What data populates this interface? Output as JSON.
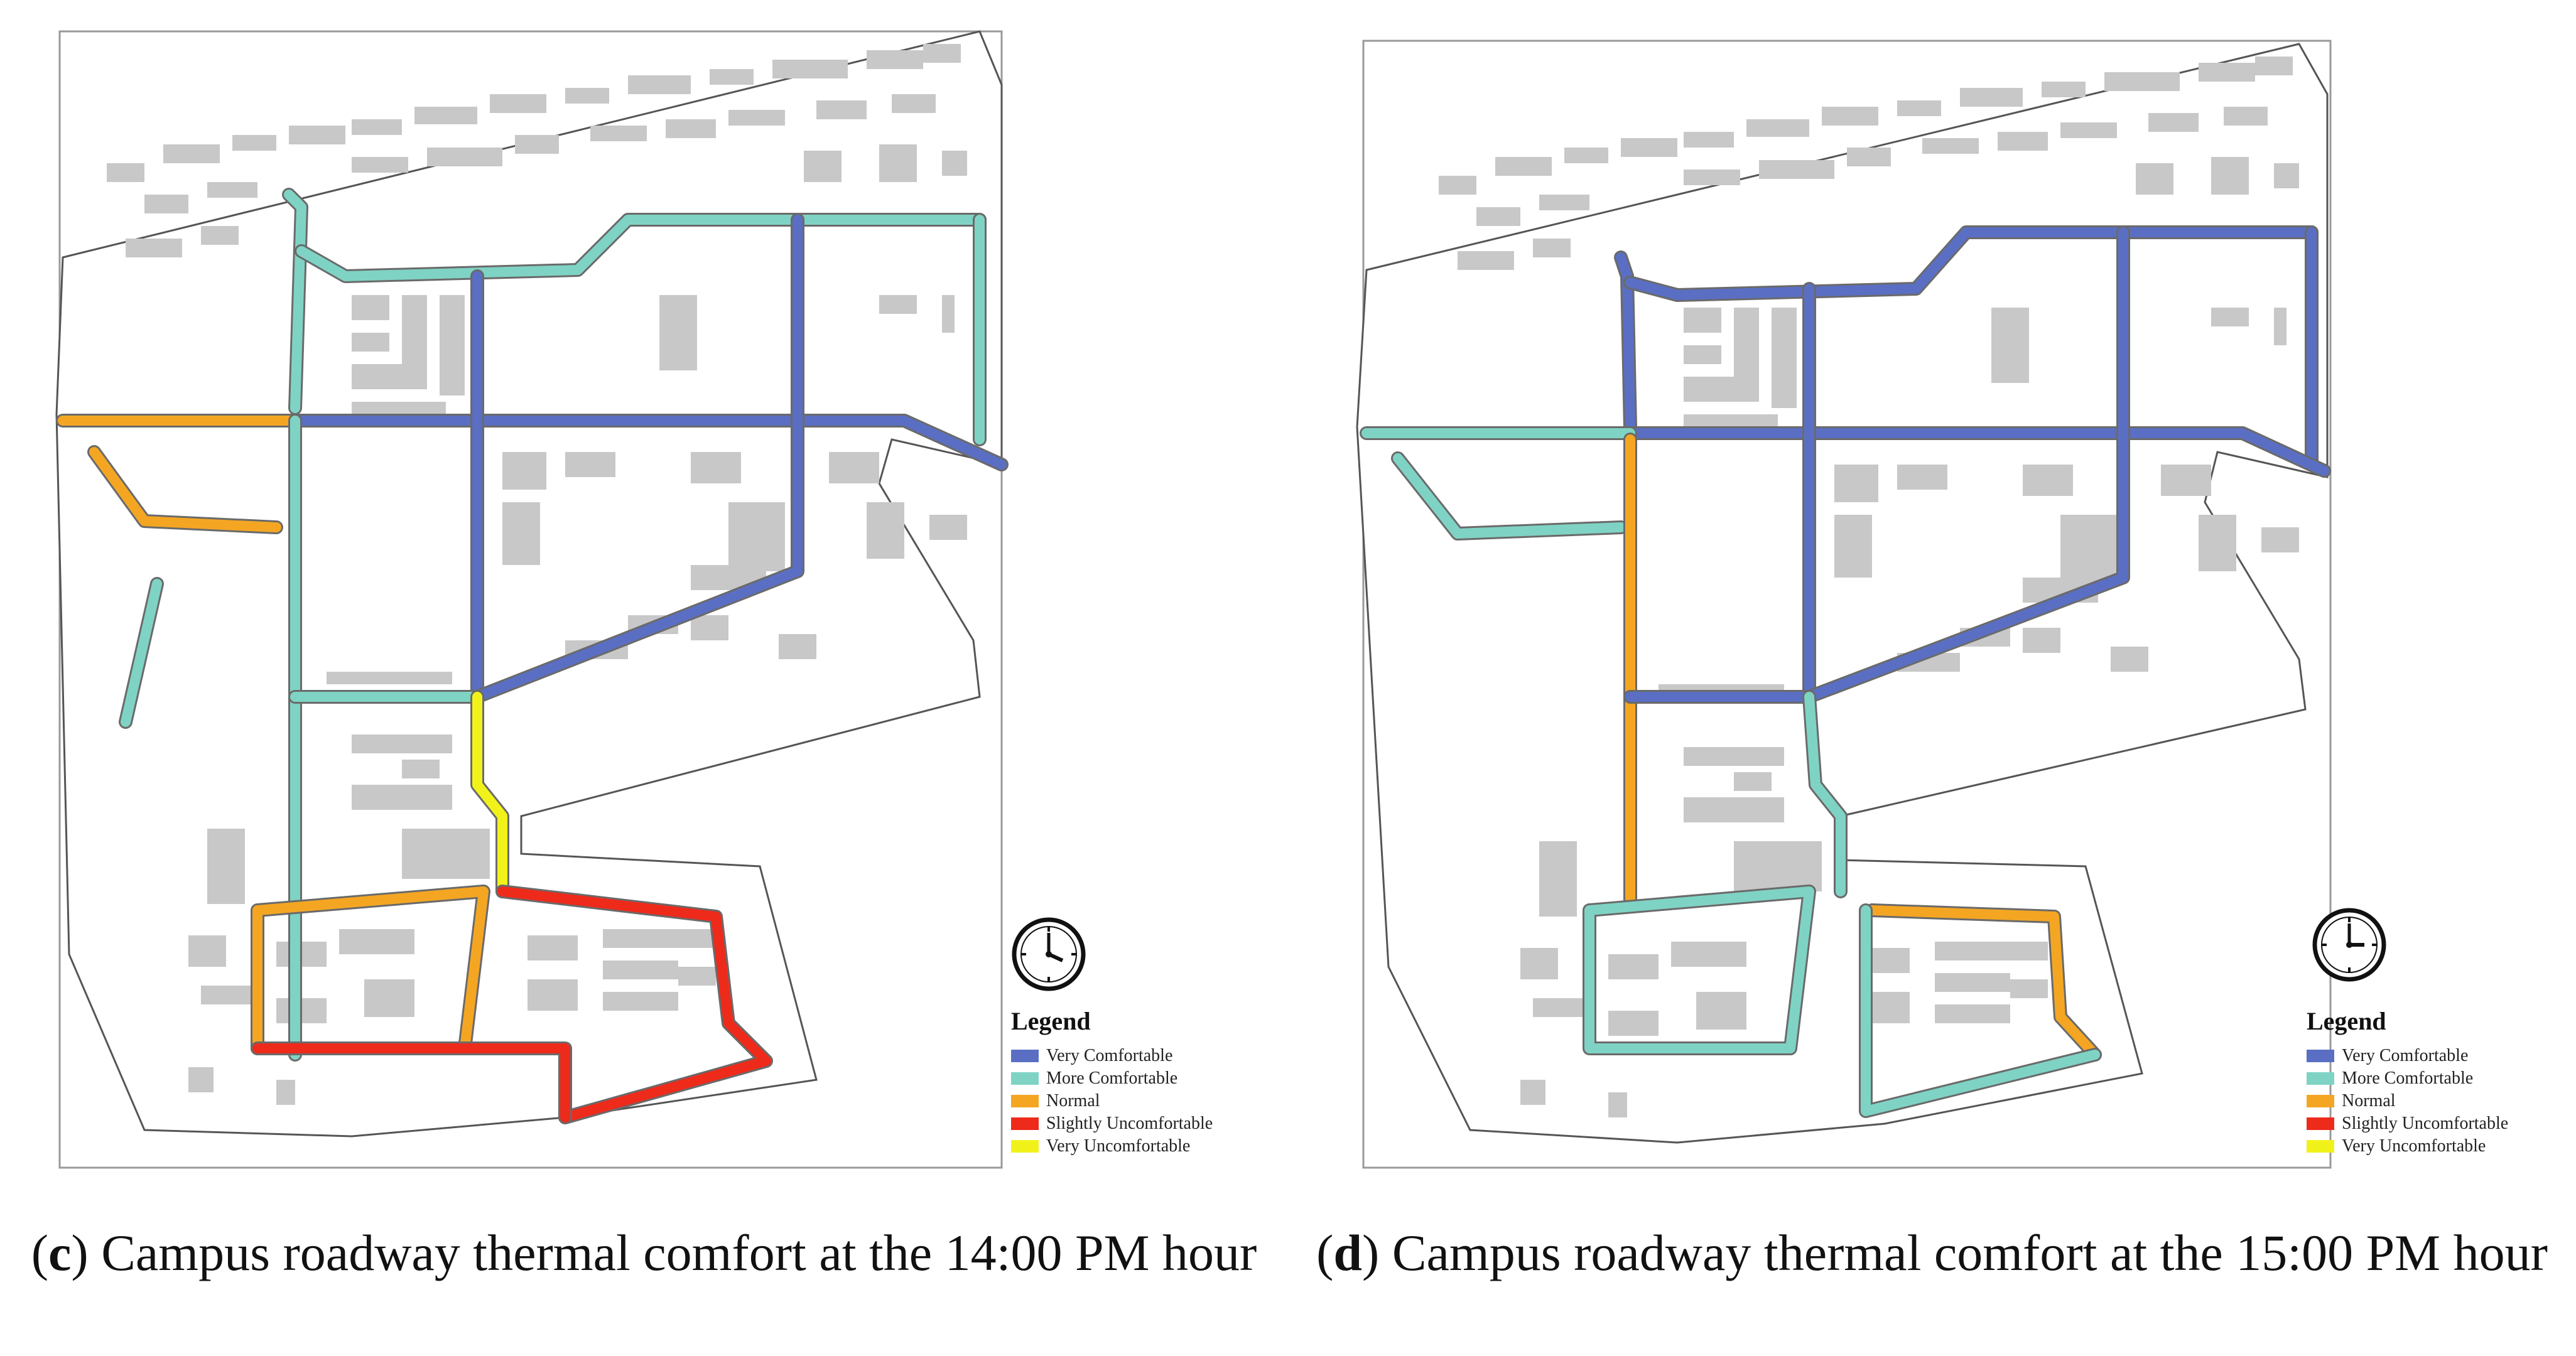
{
  "legend_title": "Legend",
  "legend_items": [
    {
      "label": "Very Comfortable",
      "color": "#5a6fc3"
    },
    {
      "label": "More Comfortable",
      "color": "#7fd3c4"
    },
    {
      "label": "Normal",
      "color": "#f4a623"
    },
    {
      "label": "Slightly Uncomfortable",
      "color": "#ee2a1b"
    },
    {
      "label": "Very Uncomfortable",
      "color": "#f2f21b"
    }
  ],
  "colors": {
    "building": "#c8c8c8",
    "outline": "#555555",
    "background": "#ffffff"
  },
  "panels": [
    {
      "id": "c",
      "caption_letter": "c",
      "caption_text": ") Campus roadway thermal comfort at the 14:00 PM hour",
      "clock_time": "14:00"
    },
    {
      "id": "d",
      "caption_letter": "d",
      "caption_text": ") Campus roadway thermal comfort at the 15:00 PM hour",
      "clock_time": "15:00"
    }
  ],
  "roads": {
    "c": {
      "north_branch": "more",
      "north_top": "more",
      "right_verticals": "more",
      "main_east_west": "very",
      "mid_verticals": "very",
      "west_spur": "normal",
      "west_loop": "normal",
      "west_connector": "more",
      "left_vertical": "more",
      "diagonal": "very",
      "middle_cross": "more",
      "south_mid_vertical": "uncomf",
      "south_block_left": "normal",
      "south_block_right": "slight",
      "south_bottom": "slight"
    },
    "d": {
      "north_branch": "very",
      "north_top": "very",
      "right_verticals": "very",
      "main_east_west": "very",
      "mid_verticals": "very",
      "west_spur": "more",
      "west_loop": "more",
      "west_connector": "normal",
      "left_vertical": "normal",
      "diagonal": "very",
      "middle_cross": "very",
      "south_mid_vertical": "more",
      "south_block_left": "more",
      "south_block_right": "normal",
      "south_bottom": "more"
    }
  }
}
